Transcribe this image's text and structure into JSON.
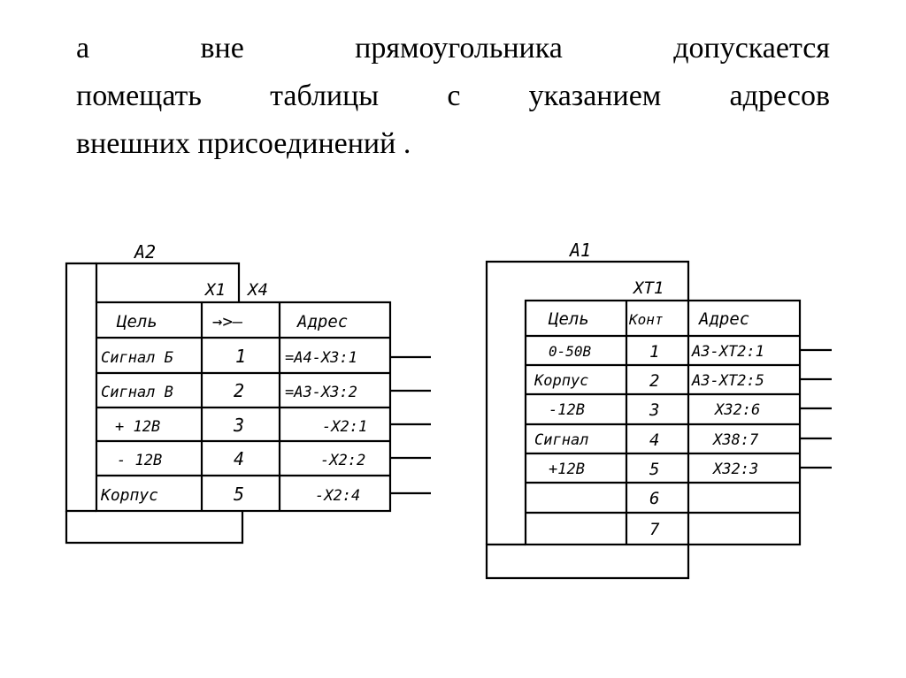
{
  "heading": {
    "line1": "а вне прямоугольника допускается",
    "line2": "помещать таблицы с указанием адресов",
    "line3": "внешних присоединений ."
  },
  "left": {
    "block": "A2",
    "connector_left": "X1",
    "connector_right": "X4",
    "headers": [
      "Цель",
      "→>—",
      "Адрес"
    ],
    "rows": [
      [
        "Сигнал Б",
        "1",
        "=A4-X3:1"
      ],
      [
        "Сигнал В",
        "2",
        "=A3-X3:2"
      ],
      [
        "+ 12В",
        "3",
        "-X2:1"
      ],
      [
        "- 12В",
        "4",
        "-X2:2"
      ],
      [
        "Корпус",
        "5",
        "-X2:4"
      ]
    ]
  },
  "right": {
    "block": "A1",
    "connector": "XT1",
    "headers": [
      "Цель",
      "Конт",
      "Адрес"
    ],
    "rows": [
      [
        "0-50В",
        "1",
        "A3-XT2:1"
      ],
      [
        "Корпус",
        "2",
        "A3-XT2:5"
      ],
      [
        "-12В",
        "3",
        "X32:6"
      ],
      [
        "Сигнал",
        "4",
        "X38:7"
      ],
      [
        "+12В",
        "5",
        "X32:3"
      ],
      [
        "",
        "6",
        ""
      ],
      [
        "",
        "7",
        ""
      ]
    ]
  }
}
